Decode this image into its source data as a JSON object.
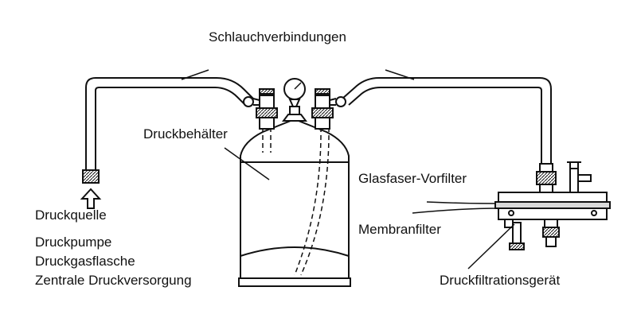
{
  "labels": {
    "hoses": "Schlauchverbindungen",
    "vessel": "Druckbehälter",
    "prefilter": "Glasfaser-Vorfilter",
    "membrane": "Membranfilter",
    "source": "Druckquelle",
    "pump": "Druckpumpe",
    "gas_cylinder": "Druckgasflasche",
    "central_supply": "Zentrale Druckversorgung",
    "filtration_device": "Druckfiltrationsgerät"
  },
  "colors": {
    "ink": "#111111",
    "background": "#ffffff",
    "shade": "#d9d9d9"
  }
}
